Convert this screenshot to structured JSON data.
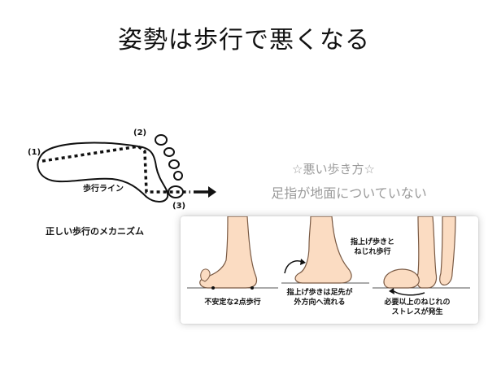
{
  "slide": {
    "title": "姿勢は歩行で悪くなる"
  },
  "mechanism": {
    "point1": "(1)",
    "point2": "(2)",
    "point3": "(3)",
    "walking_line": "歩行ライン",
    "caption": "正しい歩行のメカニズム"
  },
  "bad_walking": {
    "title": "☆悪い歩き方☆",
    "subtitle": "足指が地面についていない"
  },
  "illustration": {
    "caption1": "不安定な2点歩行",
    "caption2_line1": "指上げ歩きは足先が",
    "caption2_line2": "外方向へ流れる",
    "caption3_line1": "必要以上のねじれの",
    "caption3_line2": "ストレスが発生",
    "caption4_line1": "指上げ歩きと",
    "caption4_line2": "ねじれ歩行"
  }
}
